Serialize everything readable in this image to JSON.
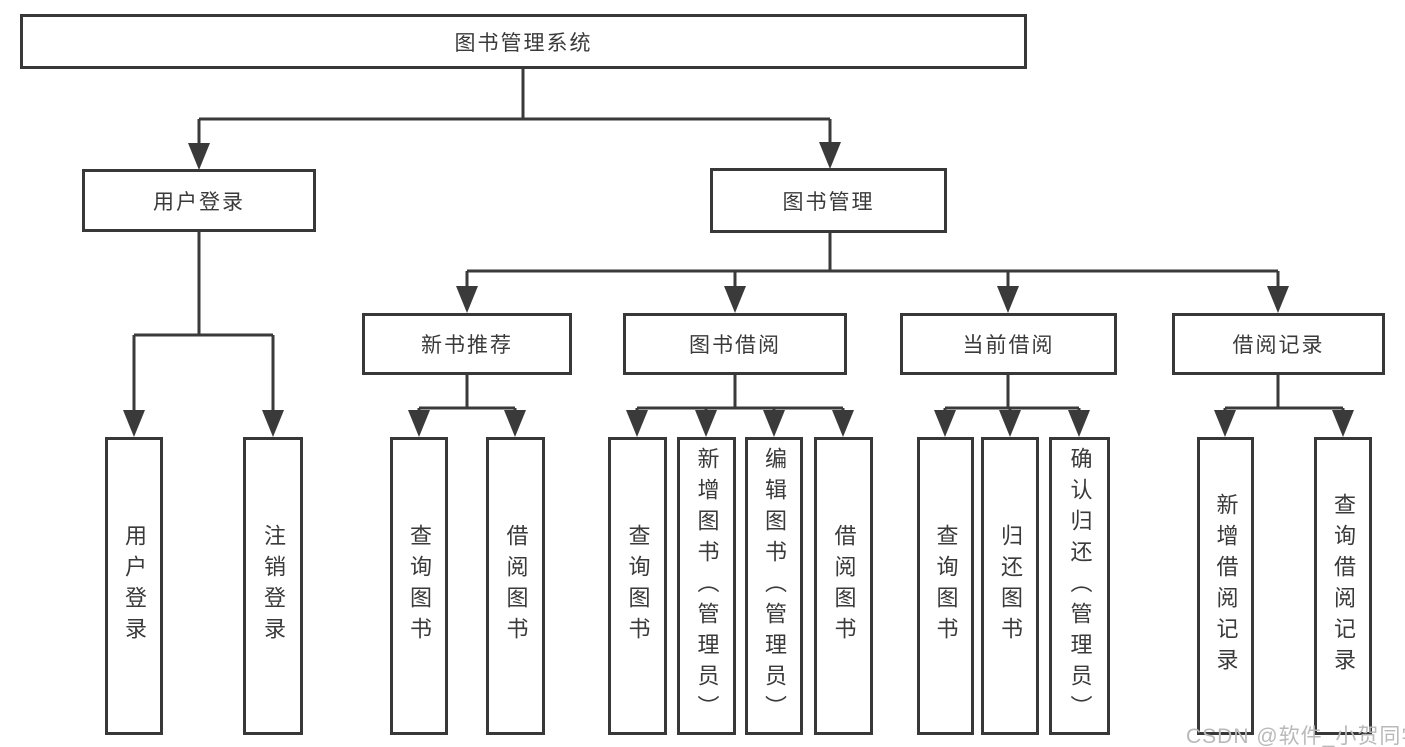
{
  "colors": {
    "line": "#3a3a3a",
    "text": "#3a3a3a",
    "watermark_text": "#b9b9b9",
    "background": "#ffffff"
  },
  "watermark": "CSDN @软件_小贺同学",
  "tree": {
    "label": "图书管理系统",
    "children": [
      {
        "label": "用户登录",
        "children": [
          {
            "label": "用户登录"
          },
          {
            "label": "注销登录"
          }
        ]
      },
      {
        "label": "图书管理",
        "children": [
          {
            "label": "新书推荐",
            "children": [
              {
                "label": "查询图书"
              },
              {
                "label": "借阅图书"
              }
            ]
          },
          {
            "label": "图书借阅",
            "children": [
              {
                "label": "查询图书"
              },
              {
                "label": "新增图书（管理员）"
              },
              {
                "label": "编辑图书（管理员）"
              },
              {
                "label": "借阅图书"
              }
            ]
          },
          {
            "label": "当前借阅",
            "children": [
              {
                "label": "查询图书"
              },
              {
                "label": "归还图书"
              },
              {
                "label": "确认归还（管理员）"
              }
            ]
          },
          {
            "label": "借阅记录",
            "children": [
              {
                "label": "新增借阅记录"
              },
              {
                "label": "查询借阅记录"
              }
            ]
          }
        ]
      }
    ]
  }
}
